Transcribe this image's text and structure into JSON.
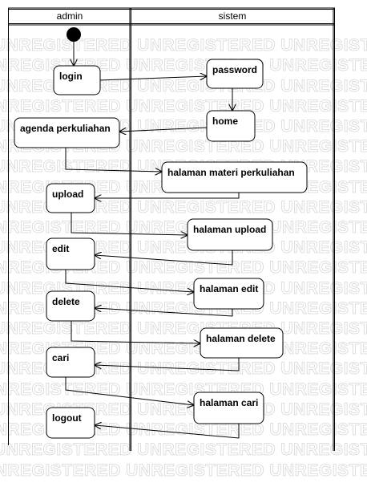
{
  "watermark_text": "UNREGISTERED",
  "lanes": [
    {
      "id": "admin",
      "label": "admin"
    },
    {
      "id": "sistem",
      "label": "sistem"
    }
  ],
  "nodes": [
    {
      "id": "login",
      "label": "login",
      "lane": "admin"
    },
    {
      "id": "password",
      "label": "password",
      "lane": "sistem"
    },
    {
      "id": "home",
      "label": "home",
      "lane": "sistem"
    },
    {
      "id": "agenda",
      "label": "agenda perkuliahan",
      "lane": "admin"
    },
    {
      "id": "materi",
      "label": "halaman materi perkuliahan",
      "lane": "sistem"
    },
    {
      "id": "upload",
      "label": "upload",
      "lane": "admin"
    },
    {
      "id": "hal_upload",
      "label": "halaman upload",
      "lane": "sistem"
    },
    {
      "id": "edit",
      "label": "edit",
      "lane": "admin"
    },
    {
      "id": "hal_edit",
      "label": "halaman edit",
      "lane": "sistem"
    },
    {
      "id": "delete",
      "label": "delete",
      "lane": "admin"
    },
    {
      "id": "hal_delete",
      "label": "halaman delete",
      "lane": "sistem"
    },
    {
      "id": "cari",
      "label": "cari",
      "lane": "admin"
    },
    {
      "id": "hal_cari",
      "label": "halaman cari",
      "lane": "sistem"
    },
    {
      "id": "logout",
      "label": "logout",
      "lane": "admin"
    }
  ],
  "flows": [
    [
      "start",
      "login"
    ],
    [
      "login",
      "password"
    ],
    [
      "password",
      "home"
    ],
    [
      "home",
      "agenda"
    ],
    [
      "agenda",
      "materi"
    ],
    [
      "materi",
      "upload"
    ],
    [
      "upload",
      "hal_upload"
    ],
    [
      "hal_upload",
      "edit"
    ],
    [
      "edit",
      "hal_edit"
    ],
    [
      "hal_edit",
      "delete"
    ],
    [
      "delete",
      "hal_delete"
    ],
    [
      "hal_delete",
      "cari"
    ],
    [
      "cari",
      "hal_cari"
    ],
    [
      "hal_cari",
      "logout"
    ]
  ]
}
